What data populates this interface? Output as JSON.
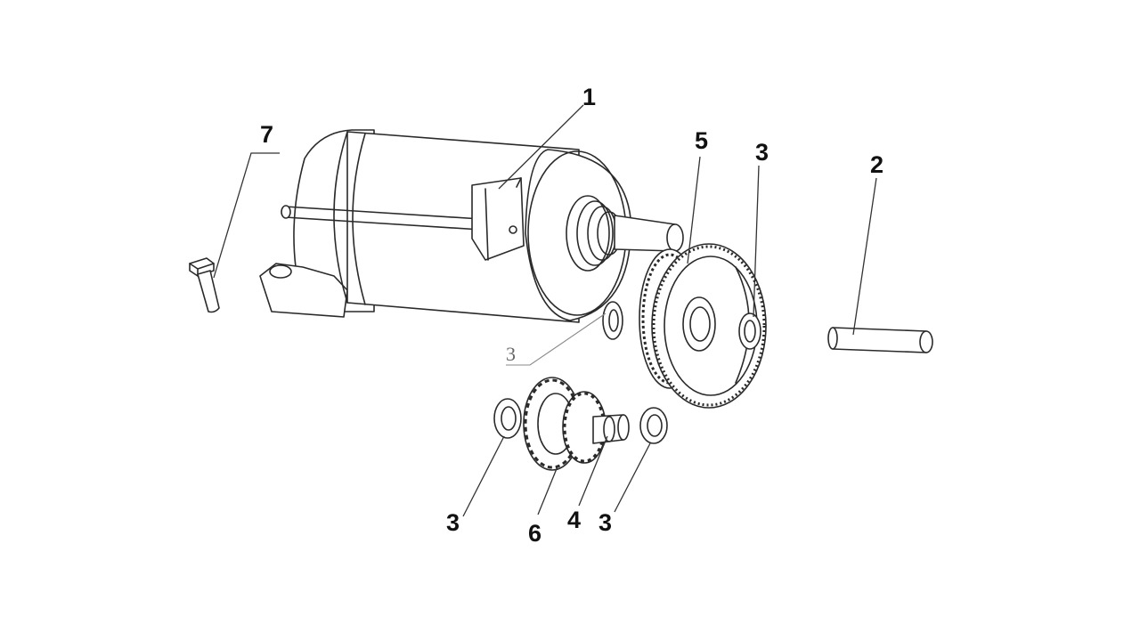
{
  "callouts": {
    "starter_motor": "1",
    "pin": "2",
    "washer_gear_right": "3",
    "washer_motor": "3",
    "washer_left": "3",
    "washer_right": "3",
    "shaft": "4",
    "reduction_gear": "5",
    "idler_gear": "6",
    "bolt": "7"
  },
  "colors": {
    "line": "#2a2a2a",
    "background": "#ffffff"
  }
}
